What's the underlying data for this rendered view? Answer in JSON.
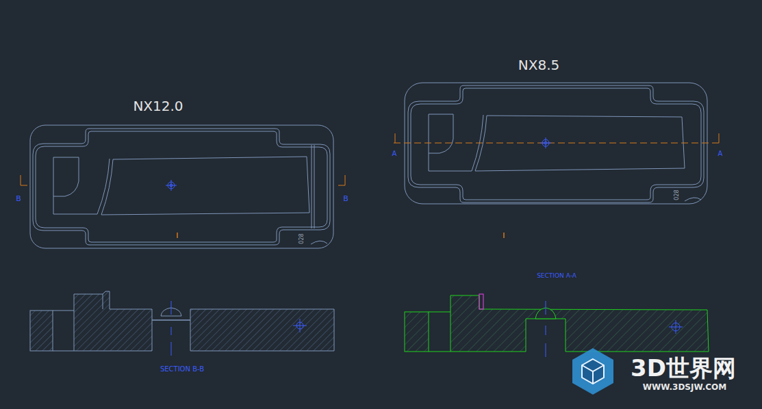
{
  "diagram": {
    "labels": [
      "NX12.0",
      "NX8.5",
      "B",
      "B",
      "A",
      "A",
      "028",
      "028",
      "SECTION A-A",
      "SECTION B-B",
      "3D世界网",
      "WWW.3DSJW.COM"
    ]
  }
}
